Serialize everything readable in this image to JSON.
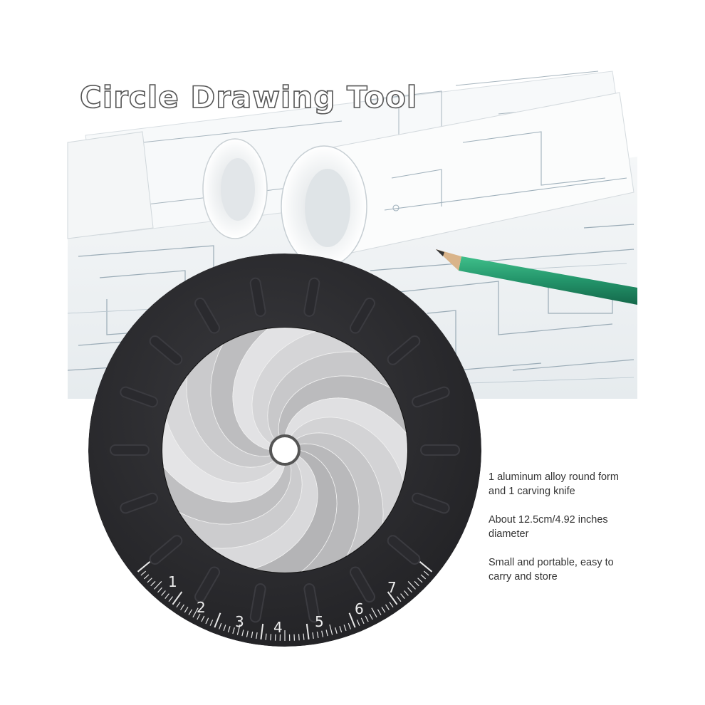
{
  "title": "Circle Drawing Tool",
  "features": [
    "1 aluminum alloy round form and 1 carving knife",
    "About 12.5cm/4.92 inches diameter",
    "Small and portable, easy to carry and store"
  ],
  "ruler_numbers": [
    "1",
    "2",
    "3",
    "4",
    "5",
    "6",
    "7"
  ],
  "colors": {
    "tool_ring": "#2c2c2f",
    "iris_light": "#d4d4d6",
    "pencil": "#2a9d6e",
    "blueprint_line": "#8fa3b0"
  }
}
